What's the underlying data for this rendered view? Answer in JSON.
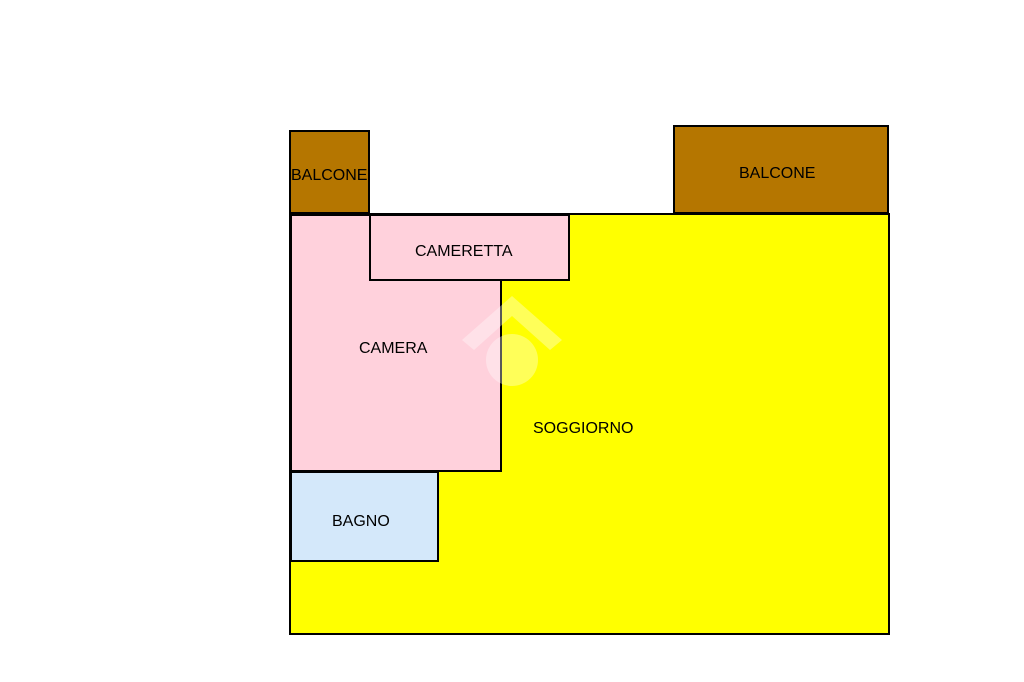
{
  "rooms": {
    "soggiorno": {
      "label": "SOGGIORNO",
      "color": "#ffff00"
    },
    "camera": {
      "label": "CAMERA",
      "color": "#ffd1dc"
    },
    "cameretta": {
      "label": "CAMERETTA",
      "color": "#ffd1dc"
    },
    "bagno": {
      "label": "BAGNO",
      "color": "#d4e8fa"
    },
    "balcone_left": {
      "label": "BALCONE",
      "color": "#b57600"
    },
    "balcone_right": {
      "label": "BALCONE",
      "color": "#b57600"
    }
  },
  "outline_color": "#000000"
}
